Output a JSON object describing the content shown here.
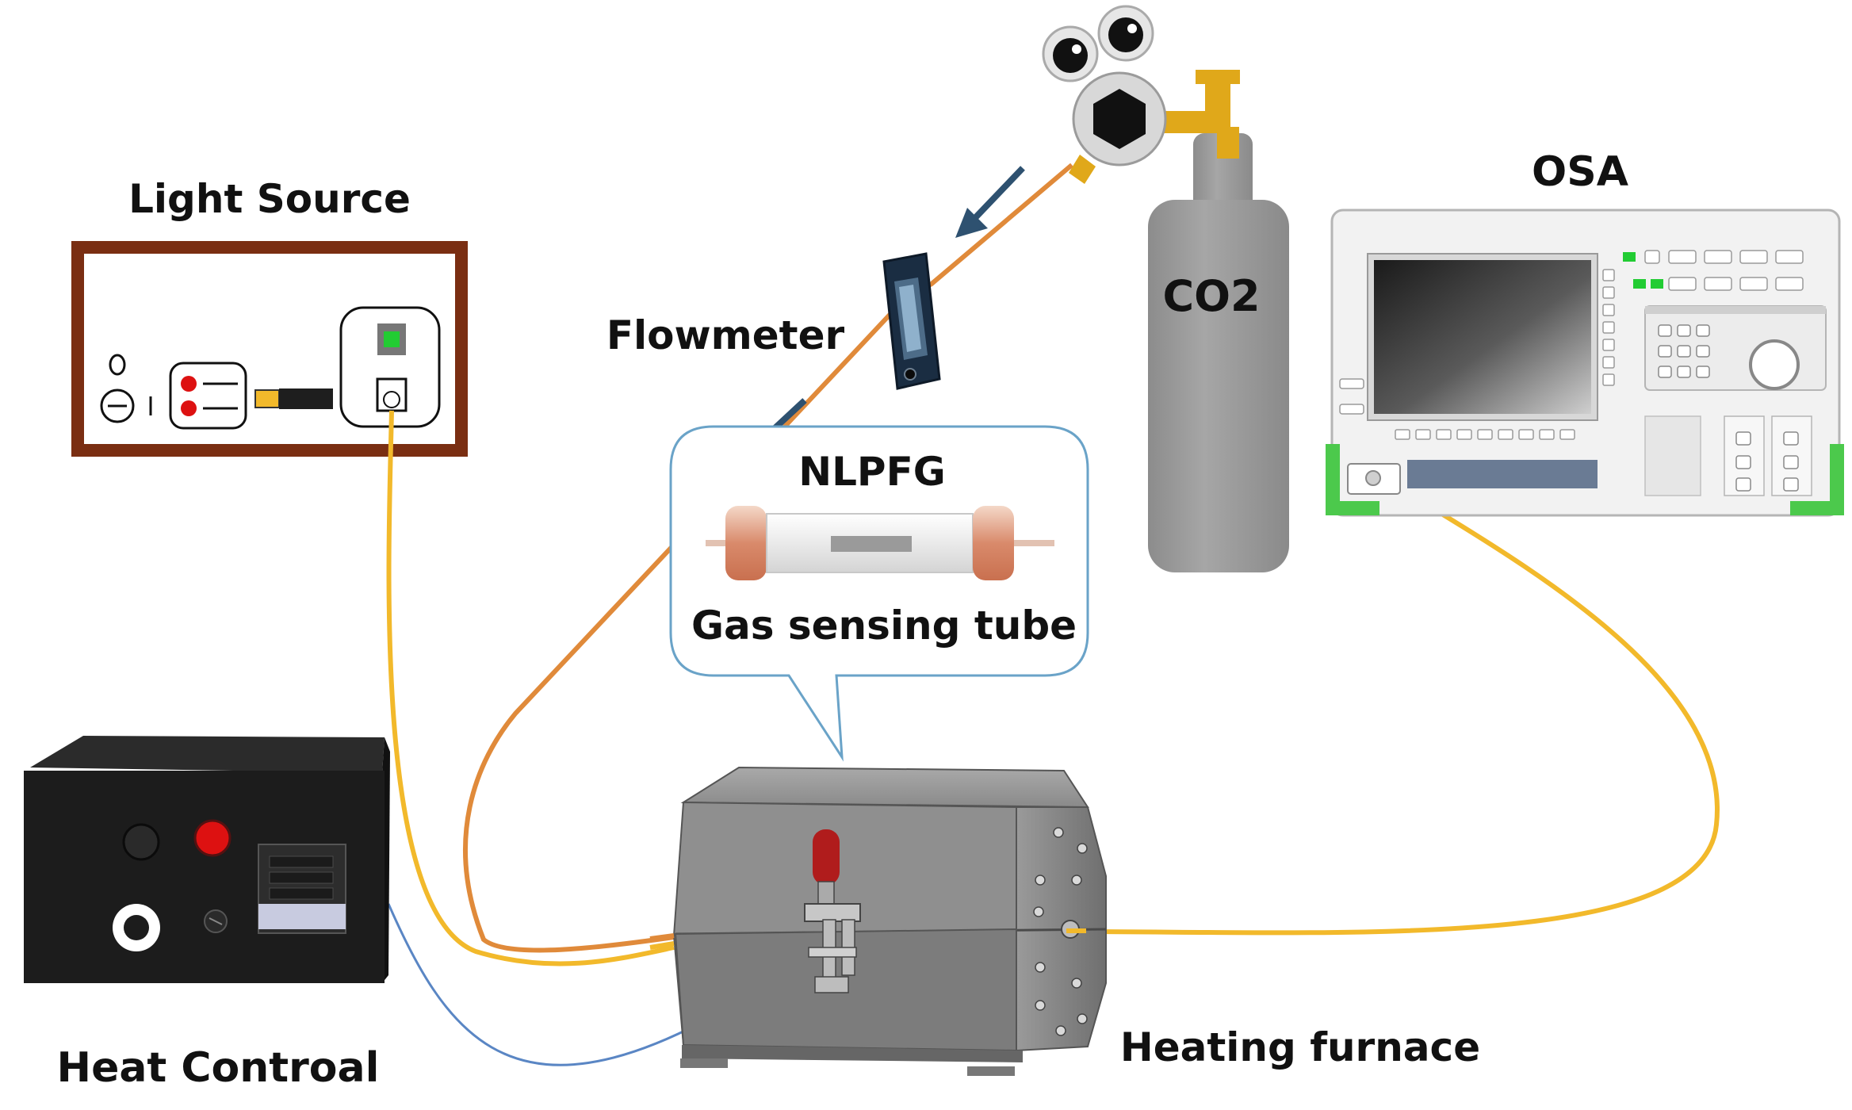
{
  "labels": {
    "light_source": "Light Source",
    "flowmeter": "Flowmeter",
    "co2": "CO2",
    "osa": "OSA",
    "nlpfg": "NLPFG",
    "gas_sensing_tube": "Gas sensing tube",
    "heat_control": "Heat Controal",
    "heating_furnace": "Heating furnace"
  },
  "colors": {
    "fiber": "#f2b92b",
    "gas_line": "#e08a3a",
    "signal_wire": "#5a86c4",
    "flow_arrow": "#2e5170",
    "light_source_frame": "#7a2e12",
    "cylinder": "#9b9b9b",
    "osa_body": "#f2f2f2",
    "osa_bumper": "#4cc94c",
    "heat_control_body": "#1c1c1c",
    "furnace_body": "#8f8f8f",
    "callout_border": "#6aa3c8",
    "indicator_green": "#22cc33",
    "indicator_red": "#dd1111"
  }
}
